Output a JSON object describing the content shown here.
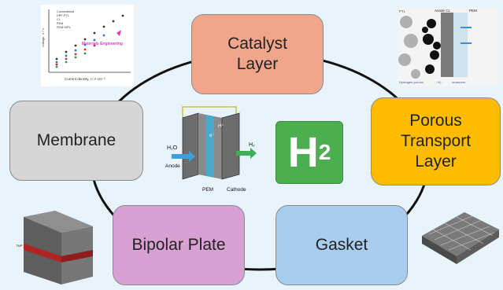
{
  "components": {
    "catalyst": "Catalyst\nLayer",
    "membrane": "Membrane",
    "ptl": "Porous\nTransport\nLayer",
    "bipolar": "Bipolar Plate",
    "gasket": "Gasket"
  },
  "product": {
    "main": "H",
    "sub": "2"
  },
  "cell_schematic": {
    "water": "H₂O",
    "anode": "Anode",
    "proton": "H⁺",
    "electron": "e⁻",
    "hydrogen": "H₂",
    "pem": "PEM",
    "cathode": "Cathode"
  },
  "polarization_chart": {
    "ylabel": "Voltage, V / V",
    "xlabel": "Current density, I / A·cm⁻²",
    "legend": [
      "Conventional",
      "DPF-PTL",
      "CL",
      "PEM",
      "PEM+DPL"
    ],
    "annotation": "Materials Engineering"
  },
  "ptl_micro": {
    "ptl": "PTL",
    "anode_cl": "Anode CL",
    "pem": "PEM",
    "bottom_left": "Hydrogen-porous",
    "bottom_right": "H₂",
    "bottom_far": "crossover"
  },
  "bipolar_model": {
    "label_left": "TMP"
  },
  "colors": {
    "catalyst": "#f1a58a",
    "membrane": "#d6d6d6",
    "ptl": "#fdbc00",
    "bipolar": "#d9a0d4",
    "gasket": "#a9cdef",
    "hydrogen": "#4bae4f"
  }
}
